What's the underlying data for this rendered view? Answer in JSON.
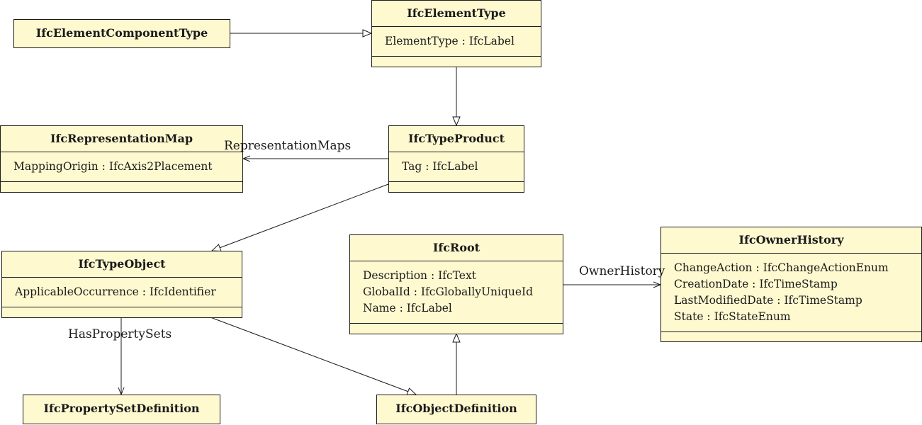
{
  "classes": {
    "element_component_type": {
      "name": "IfcElementComponentType"
    },
    "element_type": {
      "name": "IfcElementType",
      "attrs": [
        "ElementType : IfcLabel"
      ]
    },
    "representation_map": {
      "name": "IfcRepresentationMap",
      "attrs": [
        "MappingOrigin : IfcAxis2Placement"
      ]
    },
    "type_product": {
      "name": "IfcTypeProduct",
      "attrs": [
        "Tag : IfcLabel"
      ]
    },
    "type_object": {
      "name": "IfcTypeObject",
      "attrs": [
        "ApplicableOccurrence : IfcIdentifier"
      ]
    },
    "root": {
      "name": "IfcRoot",
      "attrs": [
        "Description : IfcText",
        "GlobalId : IfcGloballyUniqueId",
        "Name : IfcLabel"
      ]
    },
    "owner_history": {
      "name": "IfcOwnerHistory",
      "attrs": [
        "ChangeAction : IfcChangeActionEnum",
        "CreationDate : IfcTimeStamp",
        "LastModifiedDate : IfcTimeStamp",
        "State : IfcStateEnum"
      ]
    },
    "property_set_definition": {
      "name": "IfcPropertySetDefinition"
    },
    "object_definition": {
      "name": "IfcObjectDefinition"
    }
  },
  "roles": {
    "representation_maps": "RepresentationMaps",
    "owner_history": "OwnerHistory",
    "has_property_sets": "HasPropertySets"
  },
  "colors": {
    "class_fill": "#fff9d0",
    "stroke": "#1a1a1a"
  }
}
